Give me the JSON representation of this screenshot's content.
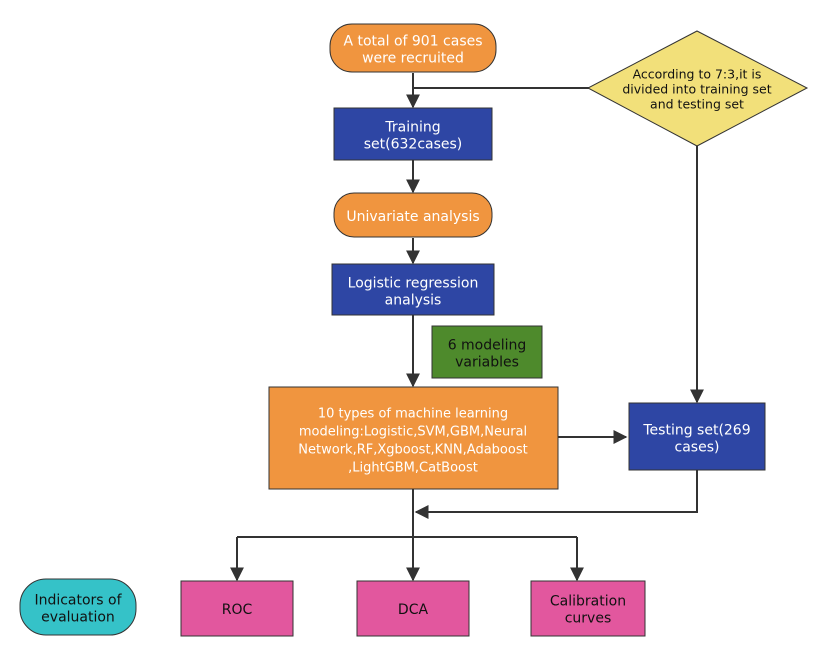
{
  "colors": {
    "orange": "#F0953F",
    "blue": "#2E46A4",
    "yellow": "#F2E07A",
    "green": "#4E8A2C",
    "magenta": "#E2579E",
    "teal": "#35C2C8",
    "line": "#333333",
    "text_light": "#ffffff",
    "text_dark": "#111111"
  },
  "nodes": {
    "recruited": {
      "lines": [
        "A total of 901 cases",
        "were recruited"
      ]
    },
    "split": {
      "lines": [
        "According to 7:3,it is",
        "divided into training set",
        "and testing set"
      ]
    },
    "training": {
      "lines": [
        "Training",
        "set(632cases)"
      ]
    },
    "univariate": {
      "lines": [
        "Univariate analysis"
      ]
    },
    "logistic": {
      "lines": [
        "Logistic regression",
        "analysis"
      ]
    },
    "variables": {
      "lines": [
        "6 modeling",
        "variables"
      ]
    },
    "ml": {
      "lines": [
        "10 types of machine learning",
        "modeling:Logistic,SVM,GBM,Neural",
        "Network,RF,Xgboost,KNN,Adaboost",
        ",LightGBM,CatBoost"
      ]
    },
    "testing": {
      "lines": [
        "Testing set(269",
        "cases)"
      ]
    },
    "indicators": {
      "lines": [
        "Indicators of",
        "evaluation"
      ]
    },
    "roc": {
      "lines": [
        "ROC"
      ]
    },
    "dca": {
      "lines": [
        "DCA"
      ]
    },
    "calibration": {
      "lines": [
        "Calibration",
        "curves"
      ]
    }
  }
}
